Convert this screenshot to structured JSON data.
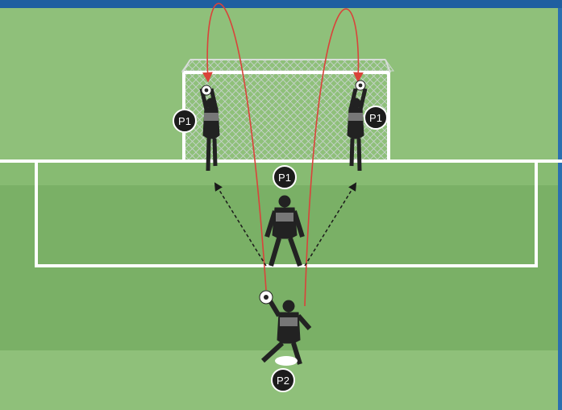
{
  "colors": {
    "top_bar": "#1f5fa0",
    "grass_light": "#8fc07a",
    "grass_dark": "#7ab066",
    "field_lines": "#ffffff",
    "throw_arc": "#d9433a",
    "arrow": "#1a1a1a",
    "marker_fill": "#1c1c1c"
  },
  "markers": [
    {
      "id": "p1-left-goal",
      "text": "P1"
    },
    {
      "id": "p1-right-goal",
      "text": "P1"
    },
    {
      "id": "p1-center",
      "text": "P1"
    },
    {
      "id": "p2-thrower",
      "text": "P2"
    }
  ],
  "objects": {
    "goal": "net-icon",
    "ball": "soccer-ball-icon",
    "cone": "flat-disc-marker-icon"
  }
}
